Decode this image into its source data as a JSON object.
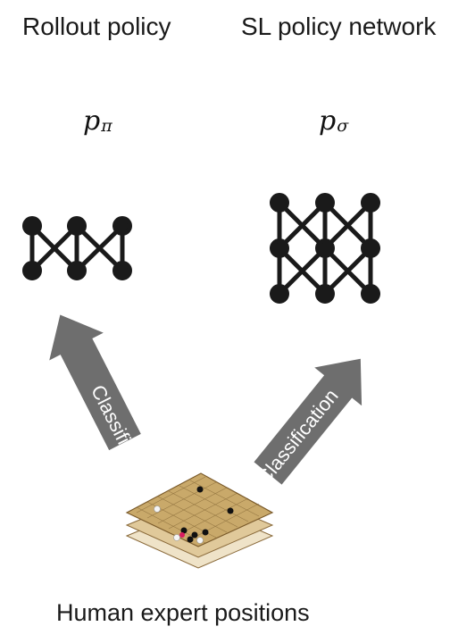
{
  "left": {
    "title": "Rollout policy",
    "symbol_base": "p",
    "symbol_subscript": "π"
  },
  "right": {
    "title": "SL policy network",
    "symbol_base": "p",
    "symbol_subscript": "σ"
  },
  "arrows": {
    "left_label": "Classification",
    "right_label": "Classification"
  },
  "bottom_label": "Human expert positions",
  "colors": {
    "arrow": "#6e6e6e",
    "node": "#1a1a1a",
    "board": "#c9a96a",
    "board_edge": "#8a6a3a"
  }
}
